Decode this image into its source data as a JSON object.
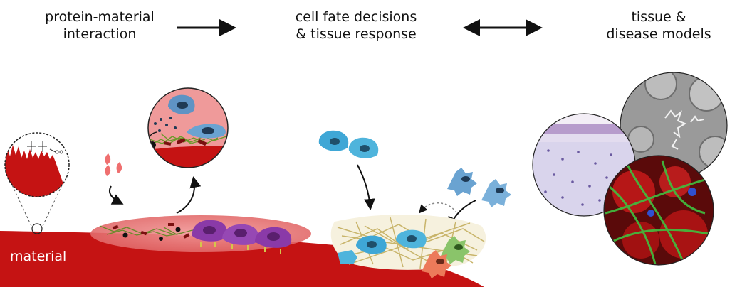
{
  "headings": {
    "left": [
      "protein-material",
      "interaction"
    ],
    "middle": [
      "cell fate decisions",
      "& tissue response"
    ],
    "right": [
      "tissue &",
      "disease models"
    ]
  },
  "material_label": "material",
  "colors": {
    "material": "#c51313",
    "cell_blue": "#3fa7d6",
    "cell_purple": "#8a3aa8",
    "fiber": "#c8b46a",
    "stain_red": "#c01818",
    "stain_green": "#40c040",
    "he_purple": "#b6a9d3"
  }
}
